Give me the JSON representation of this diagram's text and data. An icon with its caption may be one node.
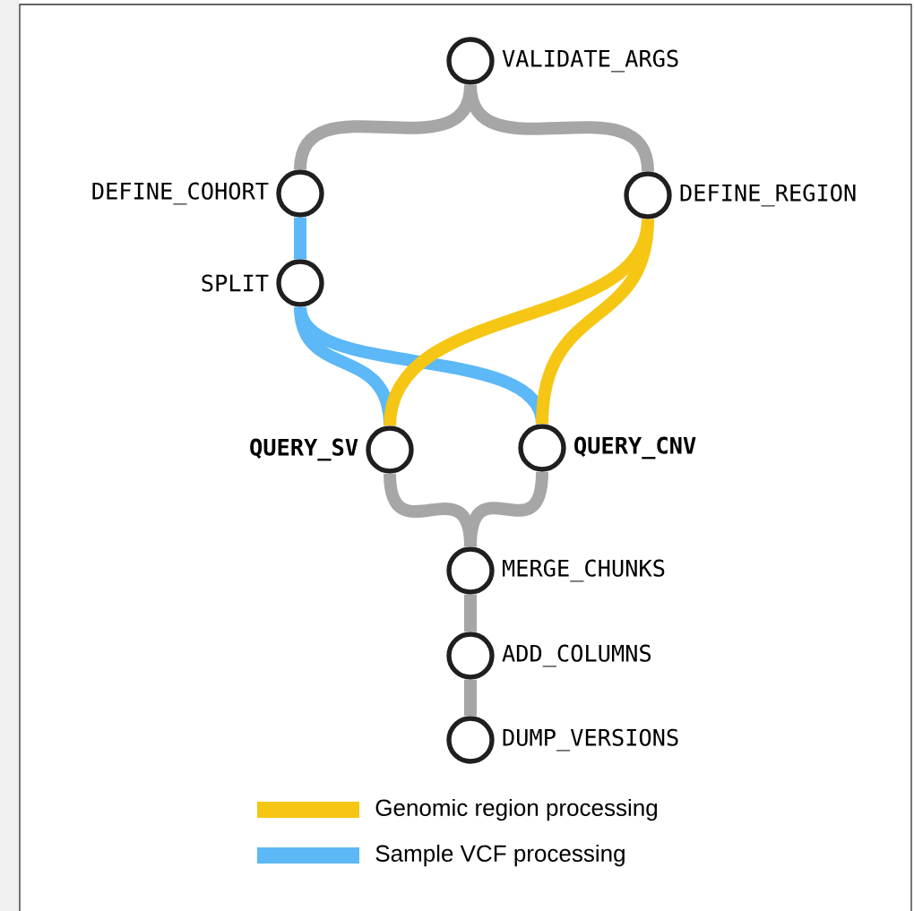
{
  "diagram": {
    "nodes": [
      {
        "text": [
          "VALIDATE_ARGS"
        ]
      },
      {
        "text": [
          "DEFINE_COHORT"
        ]
      },
      {
        "text": [
          "DEFINE_REGION"
        ]
      },
      {
        "text": [
          "SPLIT"
        ]
      },
      {
        "text": [
          "QUERY_SV"
        ]
      },
      {
        "text": [
          "QUERY_CNV"
        ]
      },
      {
        "text": [
          "MERGE_CHUNKS"
        ]
      },
      {
        "text": [
          "ADD_COLUMNS"
        ]
      },
      {
        "text": [
          "DUMP_VERSIONS"
        ]
      }
    ],
    "edges": [
      {
        "from": 0,
        "to": 1,
        "arrow": "none"
      },
      {
        "from": 0,
        "to": 2,
        "arrow": "none"
      },
      {
        "from": 1,
        "to": 3,
        "arrow": "none",
        "color": "#5cb8f7"
      },
      {
        "from": 3,
        "to": 4,
        "arrow": "none",
        "color": "#5cb8f7"
      },
      {
        "from": 3,
        "to": 5,
        "arrow": "none",
        "color": "#5cb8f7"
      },
      {
        "from": 2,
        "to": 4,
        "arrow": "none",
        "color": "#f6c614"
      },
      {
        "from": 2,
        "to": 5,
        "arrow": "none",
        "color": "#f6c614"
      },
      {
        "from": 4,
        "to": 6,
        "arrow": "none"
      },
      {
        "from": 5,
        "to": 6,
        "arrow": "none"
      },
      {
        "from": 6,
        "to": 7,
        "arrow": "none"
      },
      {
        "from": 7,
        "to": 8,
        "arrow": "none"
      }
    ],
    "legend": [
      {
        "text": "Genomic region processing",
        "color": "#f6c614"
      },
      {
        "text": "Sample VCF processing",
        "color": "#5cb8f7"
      }
    ]
  }
}
